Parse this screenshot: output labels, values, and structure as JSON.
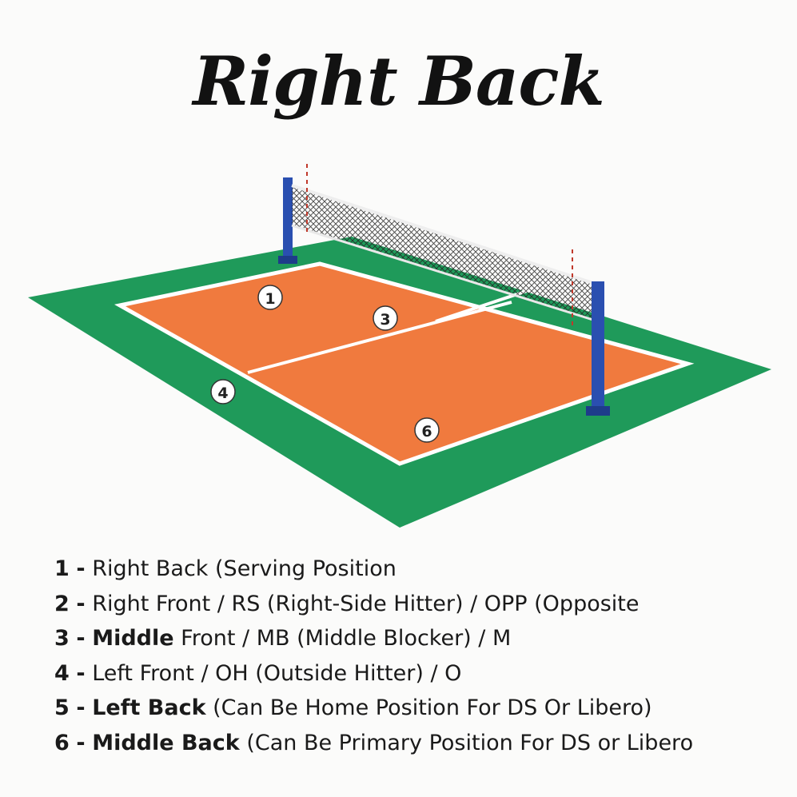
{
  "title": "Right Back",
  "colors": {
    "surround": "#1f9a5a",
    "court": "#f07a3e",
    "lines": "#ffffff",
    "poles": "#2a4fb0",
    "badge_fill": "#ffffff",
    "badge_text": "#222222"
  },
  "diagram": {
    "badges": [
      {
        "label": "1"
      },
      {
        "label": "3"
      },
      {
        "label": "4"
      },
      {
        "label": "6"
      }
    ]
  },
  "legend": [
    {
      "num": "1",
      "dash": "-",
      "bold": "",
      "rest": "Right Back (Serving Position"
    },
    {
      "num": "2",
      "dash": "-",
      "bold": "",
      "rest": "Right Front / RS (Right-Side Hitter) / OPP (Opposite"
    },
    {
      "num": "3",
      "dash": "-",
      "bold": "Middle",
      "rest": "Front / MB (Middle Blocker) / M"
    },
    {
      "num": "4",
      "dash": "-",
      "bold": "",
      "rest": "Left Front / OH (Outside Hitter) / O"
    },
    {
      "num": "5",
      "dash": "-",
      "bold": "Left Back",
      "rest": "(Can Be Home Position For DS Or Libero)"
    },
    {
      "num": "6",
      "dash": "-",
      "bold": "Middle Back",
      "rest": "(Can Be Primary Position For DS or Libero"
    }
  ]
}
